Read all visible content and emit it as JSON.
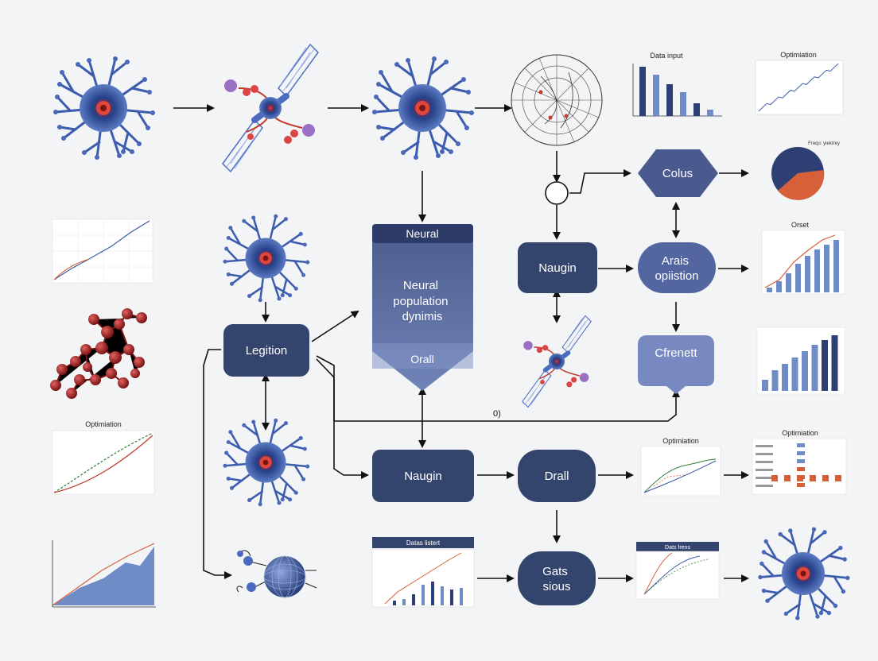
{
  "nodes": {
    "neural_panel_header": "Neural",
    "neural_panel_body": "Neural population dynimis",
    "neural_panel_footer": "Orall",
    "legition": "Legition",
    "colus": "Colus",
    "naugin_top": "Naugin",
    "arais": "Arais opiistion",
    "cfrenett": "Cfrenett",
    "naugin_bottom": "Naugin",
    "drall": "Drall",
    "gats": "Gats sious"
  },
  "edge_labels": {
    "feedback": "0)"
  },
  "mini_charts": {
    "data_input": "Data input",
    "optimization_top": "Optimiation",
    "pie_label": "Frequ: yiektrey",
    "orset": "Orset",
    "optimization_left": "Optimiation",
    "optimization_mid": "Optimiation",
    "optimization_right": "Optimiation",
    "datas_listert": "Datas listert",
    "datas_bottom": "Dats frens"
  },
  "colors": {
    "node_dark": "#33446d",
    "node_mid": "#4f5f8f",
    "node_light": "#6a7fb5",
    "neuron_blue": "#2d4f9c",
    "neuron_core": "#c0392b",
    "chart_blue": "#6f8cc6",
    "chart_orange": "#d6603a",
    "line_green": "#2e7d32",
    "edge": "#111111"
  },
  "icons": [
    "neuron-icon",
    "molecule-icon",
    "polar-chart-icon",
    "pie-chart-icon",
    "sphere-icon",
    "junction-circle-icon"
  ]
}
